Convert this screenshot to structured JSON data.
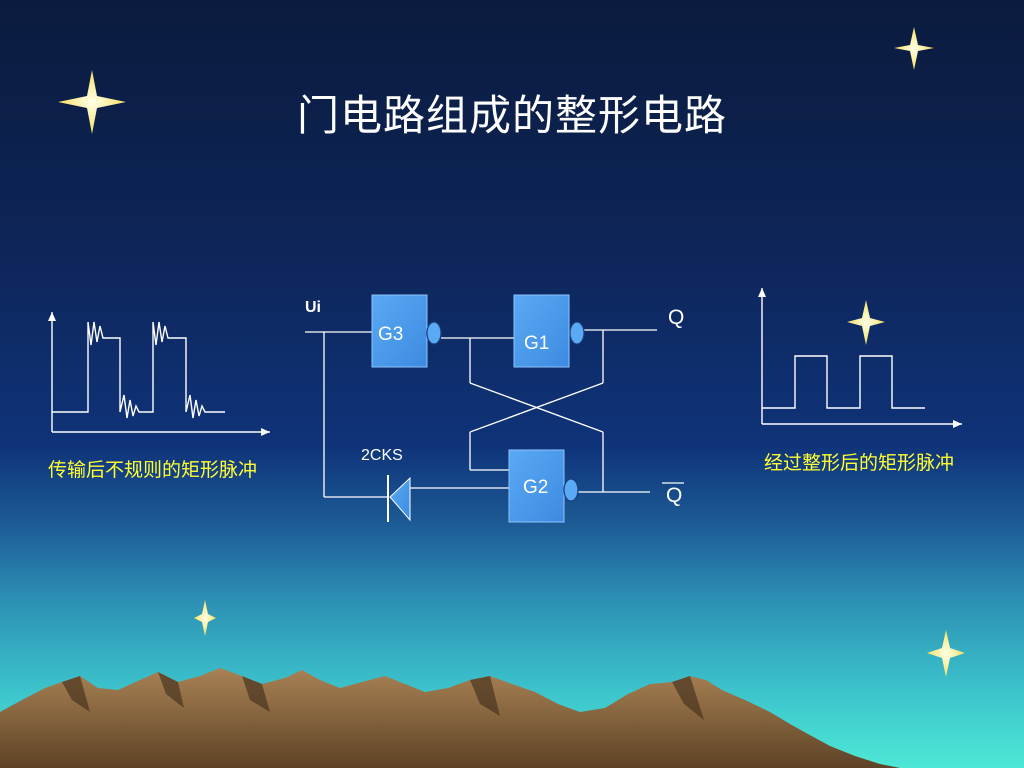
{
  "slide": {
    "title": "门电路组成的整形电路",
    "caption_left": "传输后不规则的矩形脉冲",
    "caption_right": "经过整形后的矩形脉冲"
  },
  "circuit": {
    "input_label": "Ui",
    "gates": {
      "g3": "G3",
      "g1": "G1",
      "g2": "G2"
    },
    "diode_label": "2CKS",
    "output_q": "Q",
    "output_q_bar": "Q"
  },
  "colors": {
    "gate_fill": "#4d9ff0",
    "star": "#fff59b",
    "caption": "#ffff33",
    "mountain": "#8b6a45"
  }
}
